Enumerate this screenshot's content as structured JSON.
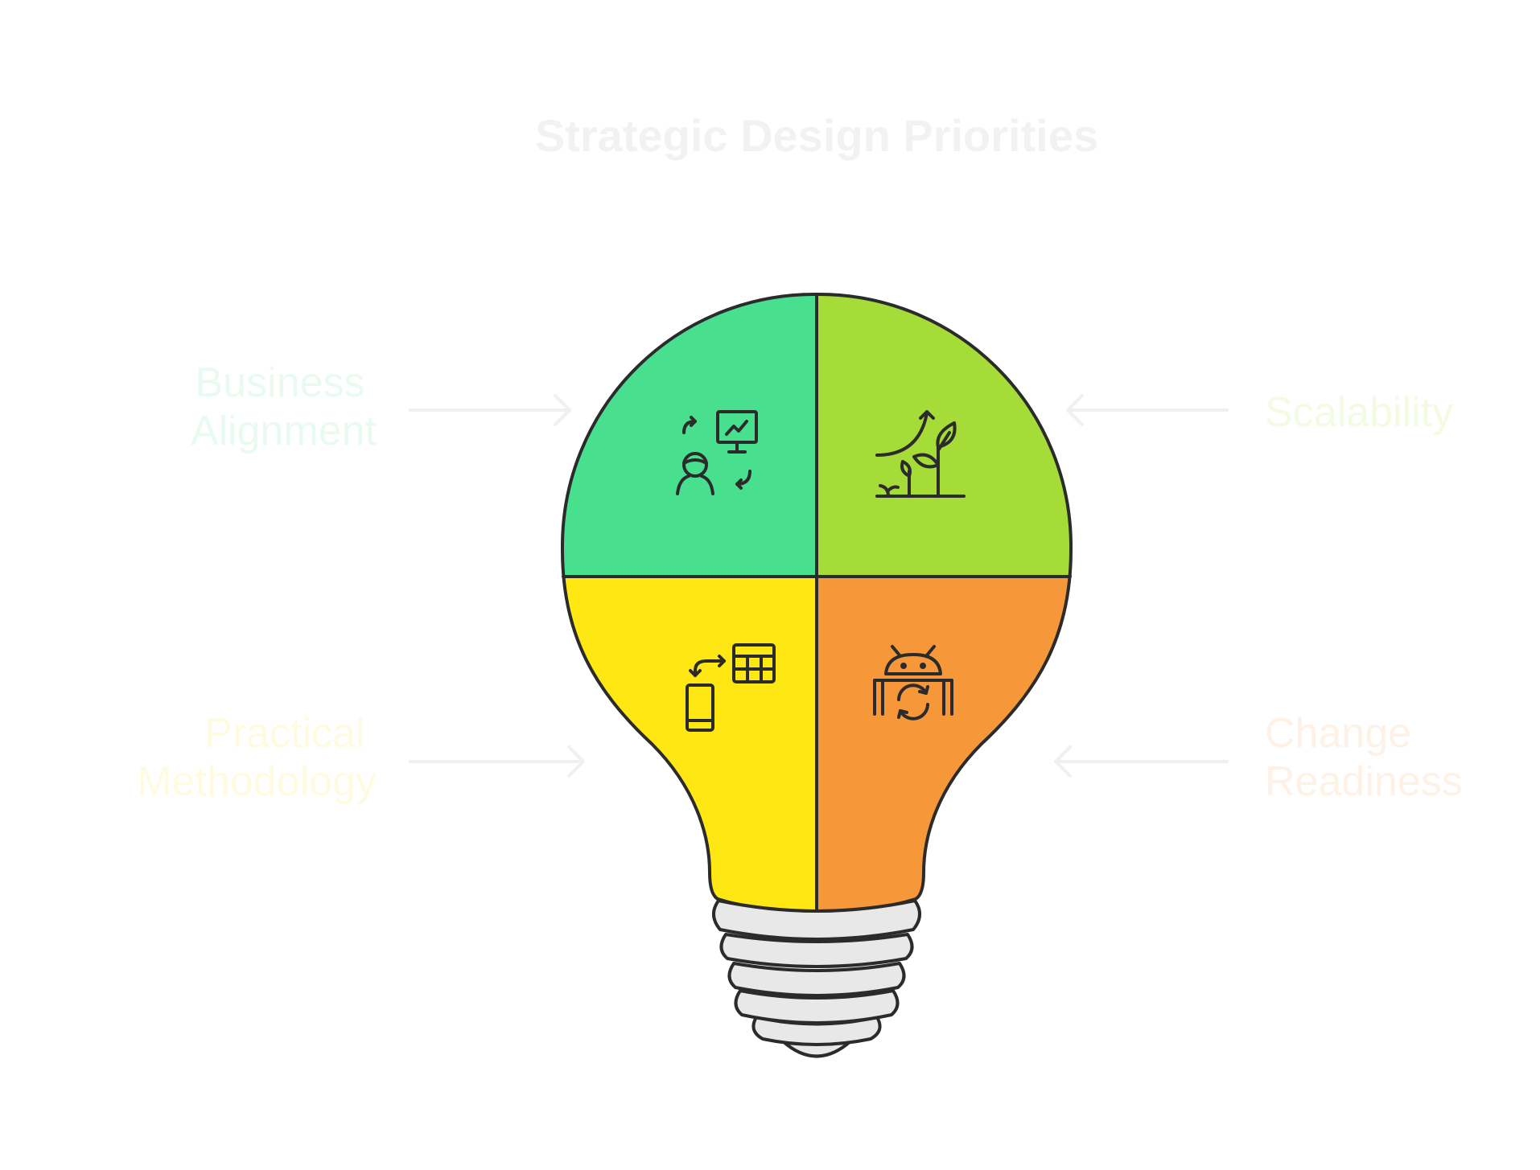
{
  "title": "Strategic Design Priorities",
  "quadrants": [
    {
      "id": "business-alignment",
      "label_lines": [
        "Business",
        "Alignment"
      ],
      "color": "#48df8f",
      "label_color": "#e9fbf1",
      "icon": "user-presentation-icon"
    },
    {
      "id": "scalability",
      "label_lines": [
        "Scalability"
      ],
      "color": "#a5dc38",
      "label_color": "#f3fbe3",
      "icon": "growing-plant-icon"
    },
    {
      "id": "practical-methodology",
      "label_lines": [
        "Practical",
        "Methodology"
      ],
      "color": "#ffe713",
      "label_color": "#fffbe0",
      "icon": "phone-table-sync-icon"
    },
    {
      "id": "change-readiness",
      "label_lines": [
        "Change",
        "Readiness"
      ],
      "color": "#f6973a",
      "label_color": "#fef1e6",
      "icon": "android-refresh-icon"
    }
  ],
  "arrow_color": "#f0f0f0",
  "outline_color": "#2b2b2b",
  "base_color": "#e8e8e8"
}
